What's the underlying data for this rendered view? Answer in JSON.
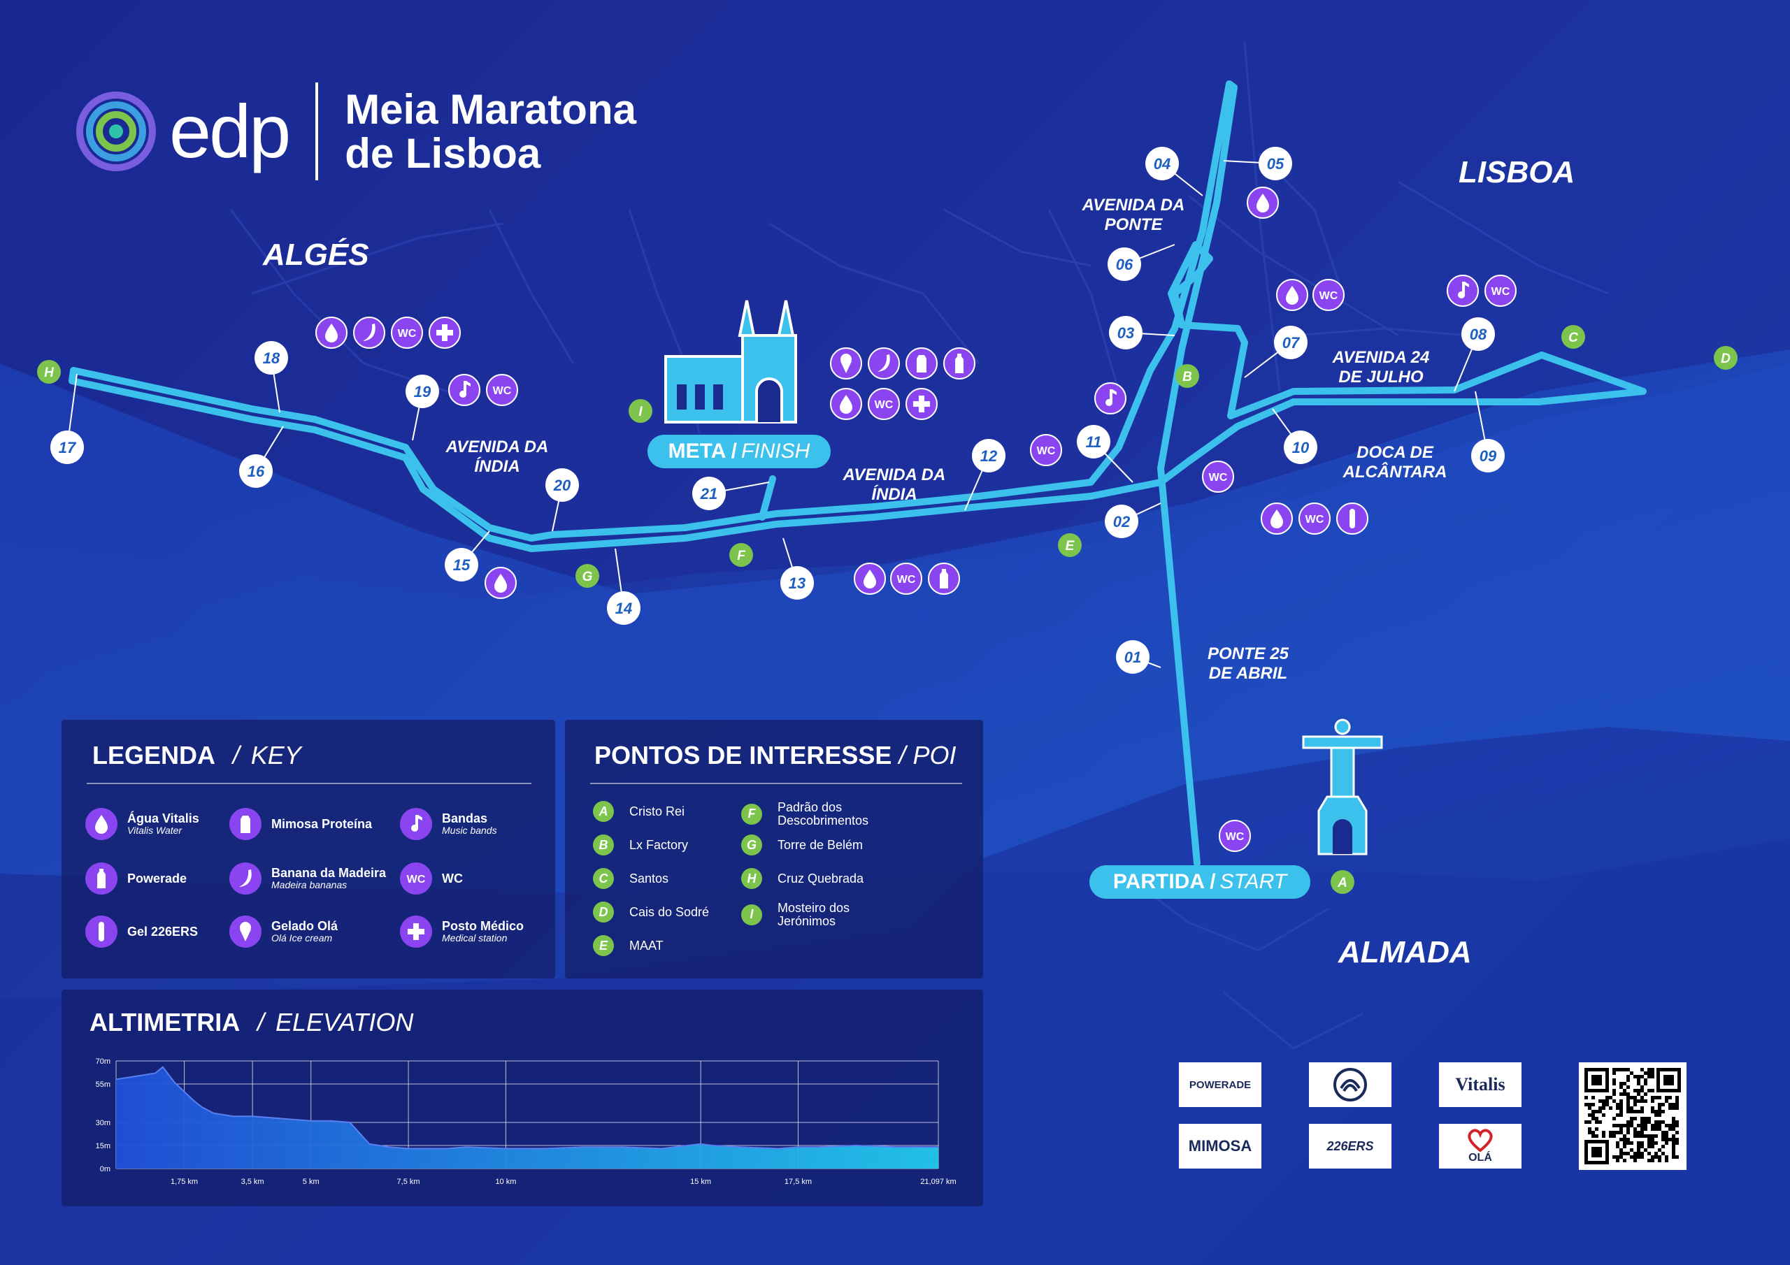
{
  "header": {
    "brand": "edp",
    "title_line1": "Meia Maratona",
    "title_line2": "de Lisboa"
  },
  "places": {
    "alges": "ALGÉS",
    "lisboa": "LISBOA",
    "almada": "ALMADA"
  },
  "streets": {
    "avenida_ponte_1": "AVENIDA DA",
    "avenida_ponte_2": "PONTE",
    "avenida_india_w_1": "AVENIDA DA",
    "avenida_india_w_2": "ÍNDIA",
    "avenida_india_c_1": "AVENIDA DA",
    "avenida_india_c_2": "ÍNDIA",
    "avenida_24_1": "AVENIDA 24",
    "avenida_24_2": "DE JULHO",
    "doca_1": "DOCA DE",
    "doca_2": "ALCÂNTARA",
    "ponte_1": "PONTE 25",
    "ponte_2": "DE ABRIL"
  },
  "labels": {
    "finish_main": "META /",
    "finish_sub": "FINISH",
    "start_main": "PARTIDA /",
    "start_sub": "START"
  },
  "km_markers": [
    "01",
    "02",
    "03",
    "04",
    "05",
    "06",
    "07",
    "08",
    "09",
    "10",
    "11",
    "12",
    "13",
    "14",
    "15",
    "16",
    "17",
    "18",
    "19",
    "20",
    "21"
  ],
  "poi_markers": [
    "A",
    "B",
    "C",
    "D",
    "E",
    "F",
    "G",
    "H",
    "I"
  ],
  "wc_text": "WC",
  "legend": {
    "title": "LEGENDA",
    "title_sep": "/",
    "subtitle": "KEY",
    "items": [
      {
        "name": "Água Vitalis",
        "sub": "Vitalis Water",
        "icon": "water-drop-icon"
      },
      {
        "name": "Mimosa Proteína",
        "sub": "",
        "icon": "milk-carton-icon"
      },
      {
        "name": "Bandas",
        "sub": "Music bands",
        "icon": "music-note-icon"
      },
      {
        "name": "Powerade",
        "sub": "",
        "icon": "bottle-icon"
      },
      {
        "name": "Banana da Madeira",
        "sub": "Madeira bananas",
        "icon": "banana-icon"
      },
      {
        "name": "WC",
        "sub": "",
        "icon": "wc-icon"
      },
      {
        "name": "Gel 226ERS",
        "sub": "",
        "icon": "gel-icon"
      },
      {
        "name": "Gelado Olá",
        "sub": "Olá Ice cream",
        "icon": "ice-cream-icon"
      },
      {
        "name": "Posto Médico",
        "sub": "Medical station",
        "icon": "medical-cross-icon"
      }
    ]
  },
  "poi": {
    "title": "PONTOS DE INTERESSE",
    "title_sep": "/",
    "subtitle": "POI",
    "items": [
      {
        "letter": "A",
        "name": "Cristo Rei"
      },
      {
        "letter": "B",
        "name": "Lx Factory"
      },
      {
        "letter": "C",
        "name": "Santos"
      },
      {
        "letter": "D",
        "name": "Cais do Sodré"
      },
      {
        "letter": "E",
        "name": "MAAT"
      },
      {
        "letter": "F",
        "name": "Padrão dos Descobrimentos"
      },
      {
        "letter": "G",
        "name": "Torre de Belém"
      },
      {
        "letter": "H",
        "name": "Cruz Quebrada"
      },
      {
        "letter": "I",
        "name": "Mosteiro dos Jerónimos"
      }
    ]
  },
  "elevation": {
    "title": "ALTIMETRIA",
    "title_sep": "/",
    "subtitle": "ELEVATION"
  },
  "chart_data": {
    "type": "area",
    "title": "ALTIMETRIA / ELEVATION",
    "y_ticks": [
      "70m",
      "55m",
      "30m",
      "15m",
      "0m"
    ],
    "x_ticks": [
      "1,75 km",
      "3,5 km",
      "5 km",
      "7,5 km",
      "10 km",
      "15 km",
      "17,5 km",
      "21,097 km"
    ],
    "x_tick_values": [
      1.75,
      3.5,
      5,
      7.5,
      10,
      15,
      17.5,
      21.097
    ],
    "ylim": [
      0,
      70
    ],
    "xlim": [
      0,
      21.097
    ],
    "x": [
      0,
      0.5,
      1,
      1.2,
      1.5,
      2,
      2.2,
      2.5,
      3,
      3.5,
      4,
      4.5,
      5,
      5.5,
      6,
      6.5,
      7,
      7.5,
      8,
      8.5,
      9,
      10,
      11,
      12,
      13,
      14,
      15,
      15.3,
      16,
      17,
      17.5,
      18,
      19,
      20,
      21.097
    ],
    "y": [
      58,
      60,
      62,
      66,
      56,
      44,
      40,
      36,
      34,
      34,
      33,
      32,
      31,
      31,
      30,
      16,
      14,
      13,
      13,
      13,
      14,
      13,
      13,
      14,
      14,
      13,
      16,
      15,
      14,
      13,
      14,
      14,
      15,
      14,
      14
    ],
    "grid": true
  },
  "sponsors": [
    "POWERADE",
    "MIMOSA",
    "226ERS",
    "Vitalis",
    "OLÁ"
  ]
}
